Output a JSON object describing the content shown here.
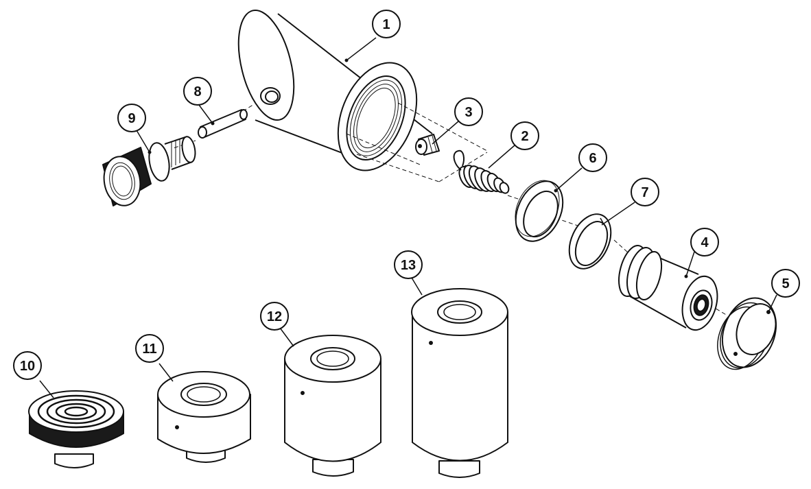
{
  "diagram": {
    "type": "exploded-parts-view",
    "colors": {
      "ink": "#111111",
      "fill": "#ffffff",
      "knurl": "#1a1a1a"
    },
    "callouts": [
      {
        "id": "c1",
        "label": "1",
        "part": "cylinder-body"
      },
      {
        "id": "c2",
        "label": "2",
        "part": "spring"
      },
      {
        "id": "c3",
        "label": "3",
        "part": "set-screw"
      },
      {
        "id": "c4",
        "label": "4",
        "part": "plunger"
      },
      {
        "id": "c5",
        "label": "5",
        "part": "gland-nut"
      },
      {
        "id": "c6",
        "label": "6",
        "part": "seal-ring"
      },
      {
        "id": "c7",
        "label": "7",
        "part": "snap-ring"
      },
      {
        "id": "c8",
        "label": "8",
        "part": "pin"
      },
      {
        "id": "c9",
        "label": "9",
        "part": "coupler-fitting"
      },
      {
        "id": "c10",
        "label": "10",
        "part": "saddle"
      },
      {
        "id": "c11",
        "label": "11",
        "part": "extension-short"
      },
      {
        "id": "c12",
        "label": "12",
        "part": "extension-medium"
      },
      {
        "id": "c13",
        "label": "13",
        "part": "extension-long"
      }
    ]
  }
}
